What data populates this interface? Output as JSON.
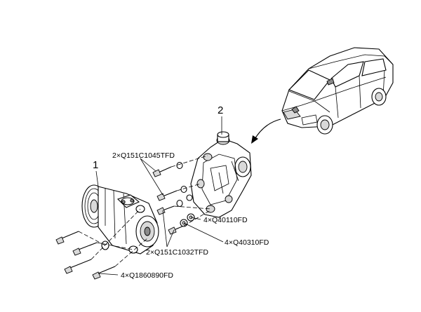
{
  "callouts": {
    "item_1": "1",
    "item_2": "2",
    "bolt_upper": "2×Q151C1045TFD",
    "bolt_lower": "2×Q151C1032TFD",
    "nut": "4×Q40110FD",
    "washer": "4×Q40310FD",
    "long_bolt": "4×Q1860890FD"
  },
  "colors": {
    "line": "#000000",
    "shade": "#d9d9d9",
    "background": "#ffffff"
  }
}
